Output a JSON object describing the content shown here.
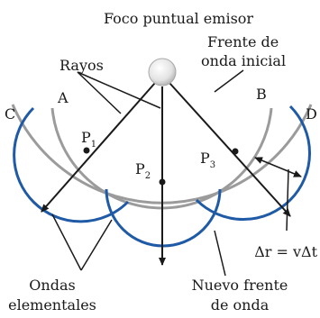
{
  "title": "Foco puntual emisor",
  "labels": {
    "rays": "Rayos",
    "initial_front_line1": "Frente de",
    "initial_front_line2": "onda inicial",
    "elementary_line1": "Ondas",
    "elementary_line2": "elementales",
    "new_front_line1": "Nuevo frente",
    "new_front_line2": "de onda",
    "delta": "Δr = vΔt"
  },
  "points": {
    "A": "A",
    "B": "B",
    "C": "C",
    "D": "D",
    "P1_letter": "P",
    "P1_sub": "1",
    "P2_letter": "P",
    "P2_sub": "2",
    "P3_letter": "P",
    "P3_sub": "3"
  },
  "colors": {
    "front": "#9b9b9b",
    "wavelet": "#1f5aa6",
    "ray": "#1a1a1a",
    "source": "#d9d9d9"
  }
}
